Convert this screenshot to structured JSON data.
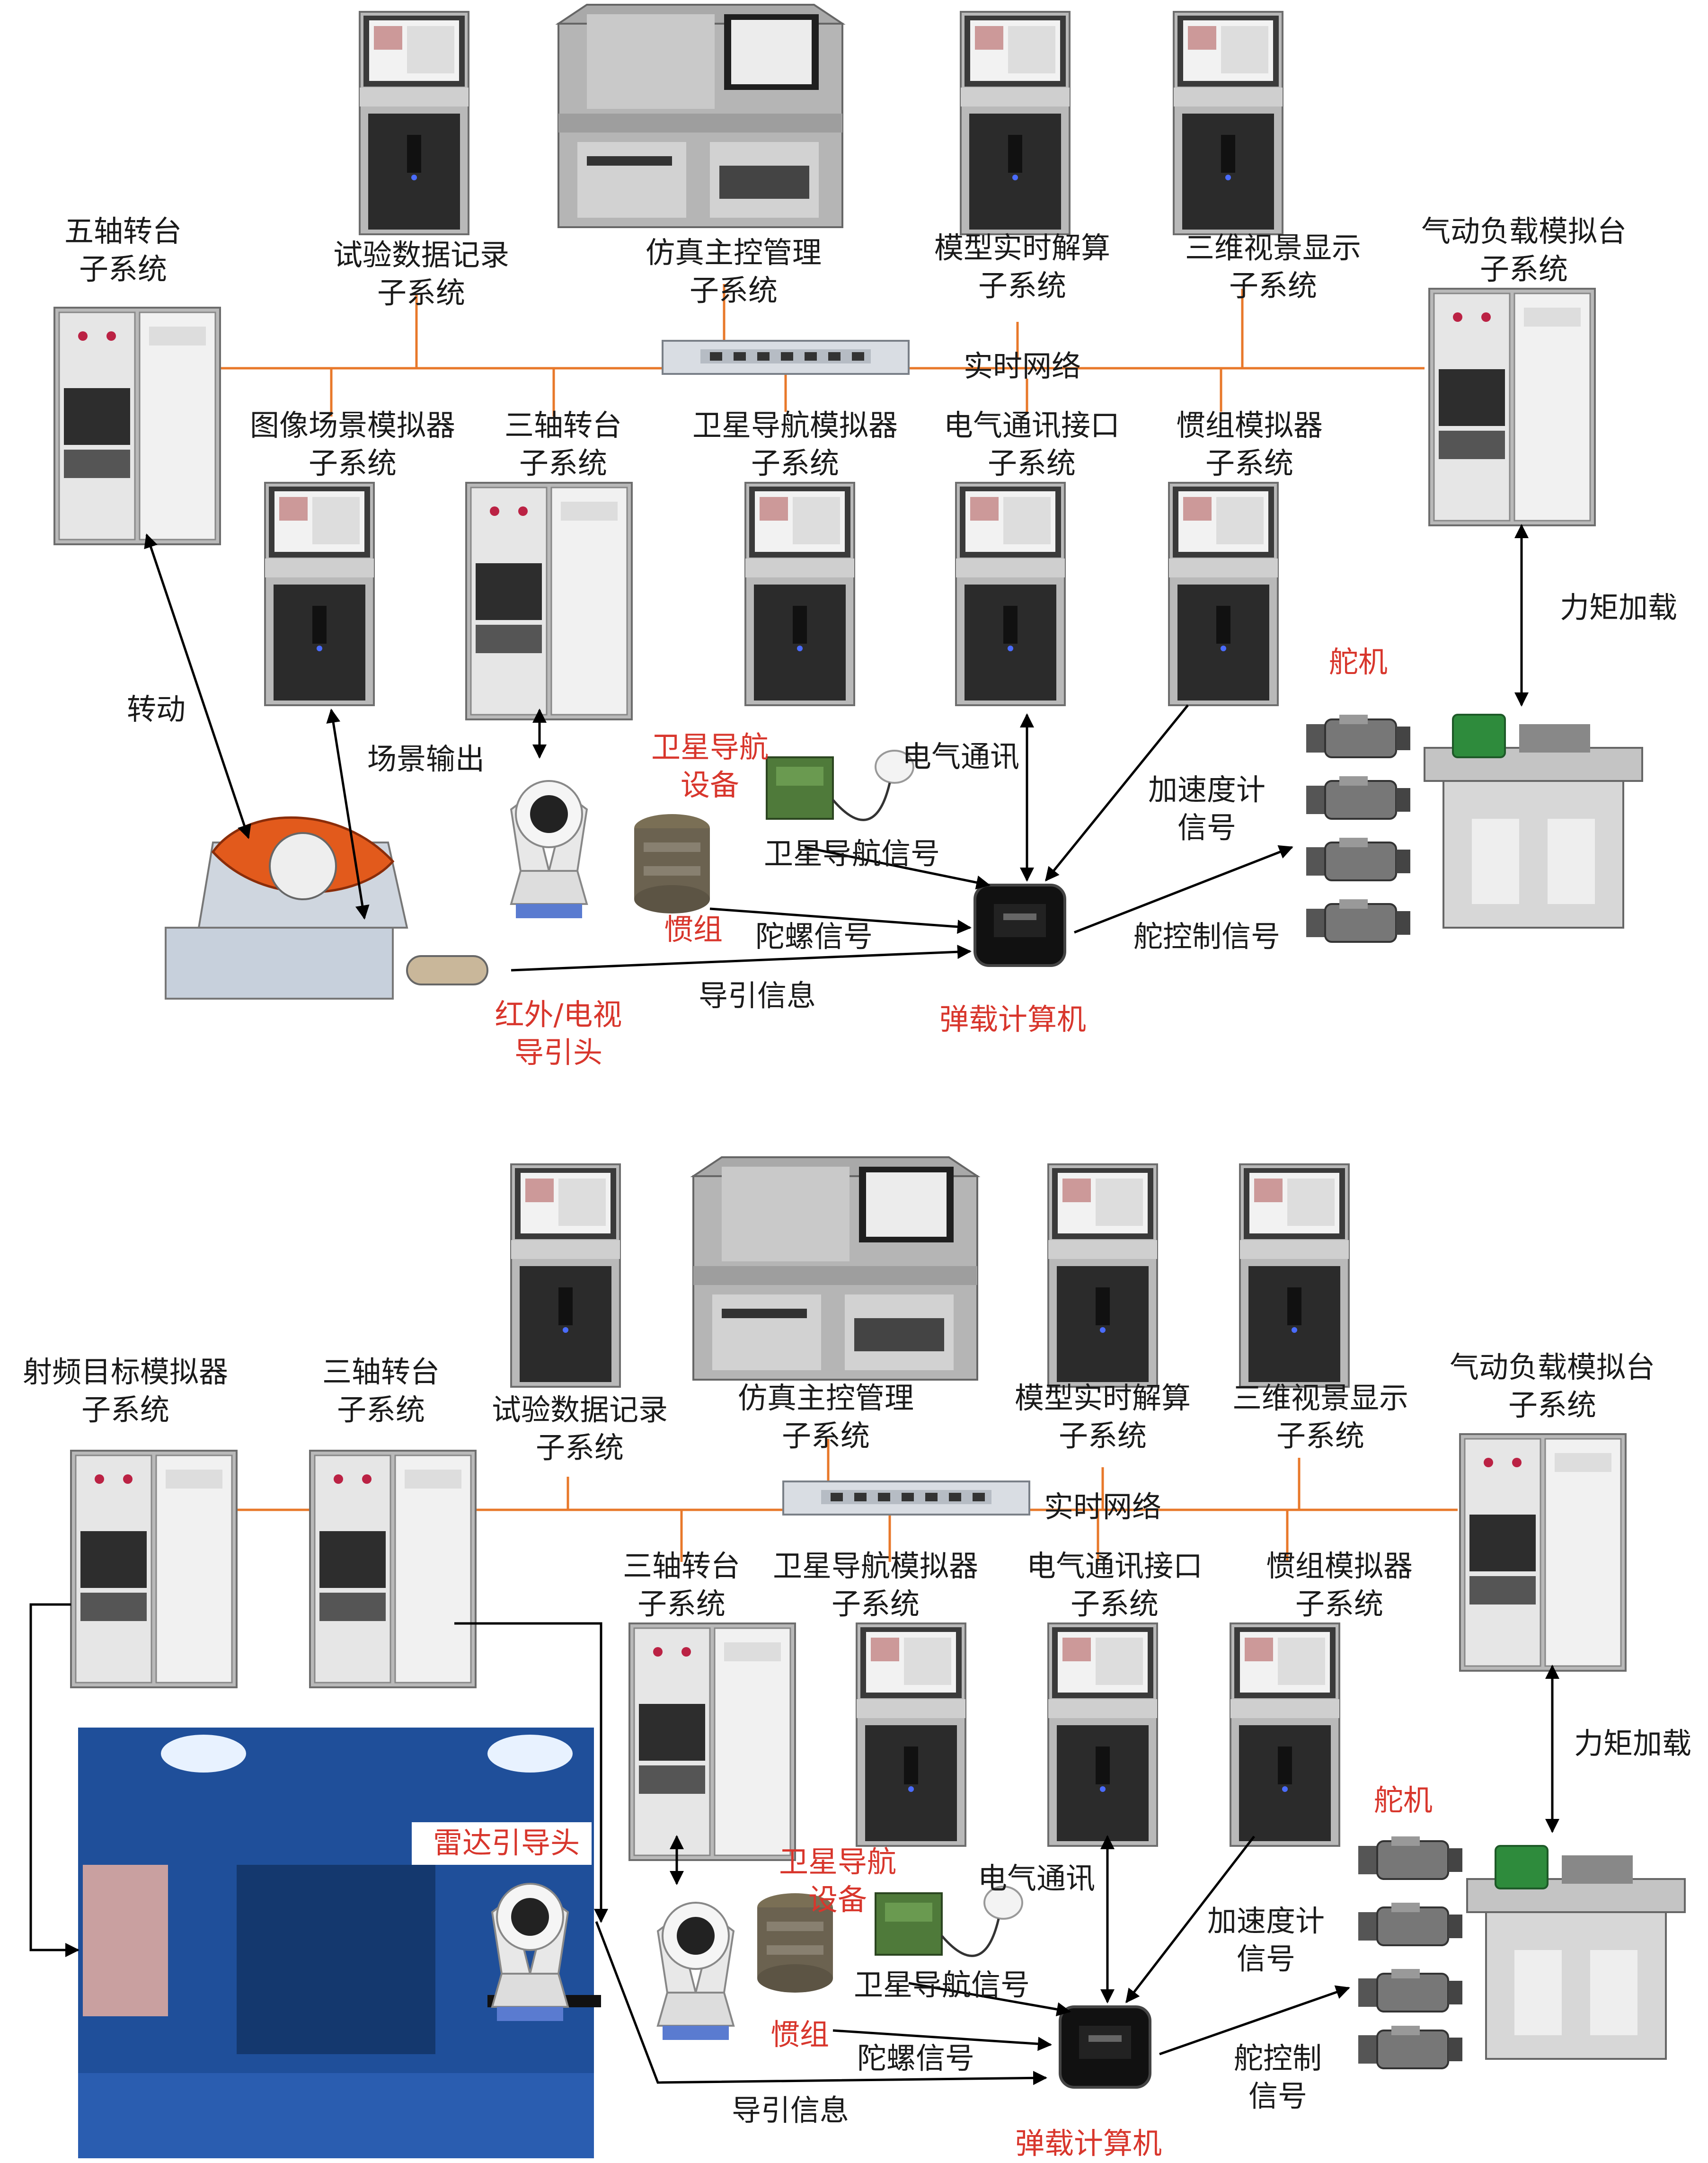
{
  "panel_top": {
    "labels": {
      "five_axis": [
        "五轴转台",
        "子系统"
      ],
      "data_record": [
        "试验数据记录",
        "子系统"
      ],
      "sim_master": [
        "仿真主控管理",
        "子系统"
      ],
      "model_solve": [
        "模型实时解算",
        "子系统"
      ],
      "visual_3d": [
        "三维视景显示",
        "子系统"
      ],
      "pneumatic": [
        "气动负载模拟台",
        "子系统"
      ],
      "network": "实时网络",
      "image_scene": [
        "图像场景模拟器",
        "子系统"
      ],
      "three_axis": [
        "三轴转台",
        "子系统"
      ],
      "sat_nav_sim": [
        "卫星导航模拟器",
        "子系统"
      ],
      "elec_comm_if": [
        "电气通讯接口",
        "子系统"
      ],
      "imu_sim": [
        "惯组模拟器",
        "子系统"
      ],
      "torque": "力矩加载",
      "servo": "舵机",
      "rotate": "转动",
      "scene_out": "场景输出",
      "sat_nav_dev": [
        "卫星导航",
        "设备"
      ],
      "elec_comm": "电气通讯",
      "accel": [
        "加速度计",
        "信号"
      ],
      "sat_nav_sig": "卫星导航信号",
      "imu": "惯组",
      "gyro_sig": "陀螺信号",
      "servo_ctrl": "舵控制信号",
      "guide_info": "导引信息",
      "ir_tv": [
        "红外/电视",
        "导引头"
      ],
      "computer": "弹载计算机"
    }
  },
  "panel_bottom": {
    "labels": {
      "rf_target": [
        "射频目标模拟器",
        "子系统"
      ],
      "three_axis_top": [
        "三轴转台",
        "子系统"
      ],
      "data_record": [
        "试验数据记录",
        "子系统"
      ],
      "sim_master": [
        "仿真主控管理",
        "子系统"
      ],
      "model_solve": [
        "模型实时解算",
        "子系统"
      ],
      "visual_3d": [
        "三维视景显示",
        "子系统"
      ],
      "pneumatic": [
        "气动负载模拟台",
        "子系统"
      ],
      "network": "实时网络",
      "three_axis": [
        "三轴转台",
        "子系统"
      ],
      "sat_nav_sim": [
        "卫星导航模拟器",
        "子系统"
      ],
      "elec_comm_if": [
        "电气通讯接口",
        "子系统"
      ],
      "imu_sim": [
        "惯组模拟器",
        "子系统"
      ],
      "torque": "力矩加载",
      "servo": "舵机",
      "radar": "雷达引导头",
      "sat_nav_dev": [
        "卫星导航",
        "设备"
      ],
      "elec_comm": "电气通讯",
      "accel": [
        "加速度计",
        "信号"
      ],
      "sat_nav_sig": "卫星导航信号",
      "imu": "惯组",
      "gyro_sig": "陀螺信号",
      "servo_ctrl": [
        "舵控制",
        "信号"
      ],
      "guide_info": "导引信息",
      "computer": "弹载计算机"
    }
  },
  "colors": {
    "network_line": "#e8782a",
    "highlight_text": "#d8362c",
    "chamber": "#1f4f9a"
  }
}
